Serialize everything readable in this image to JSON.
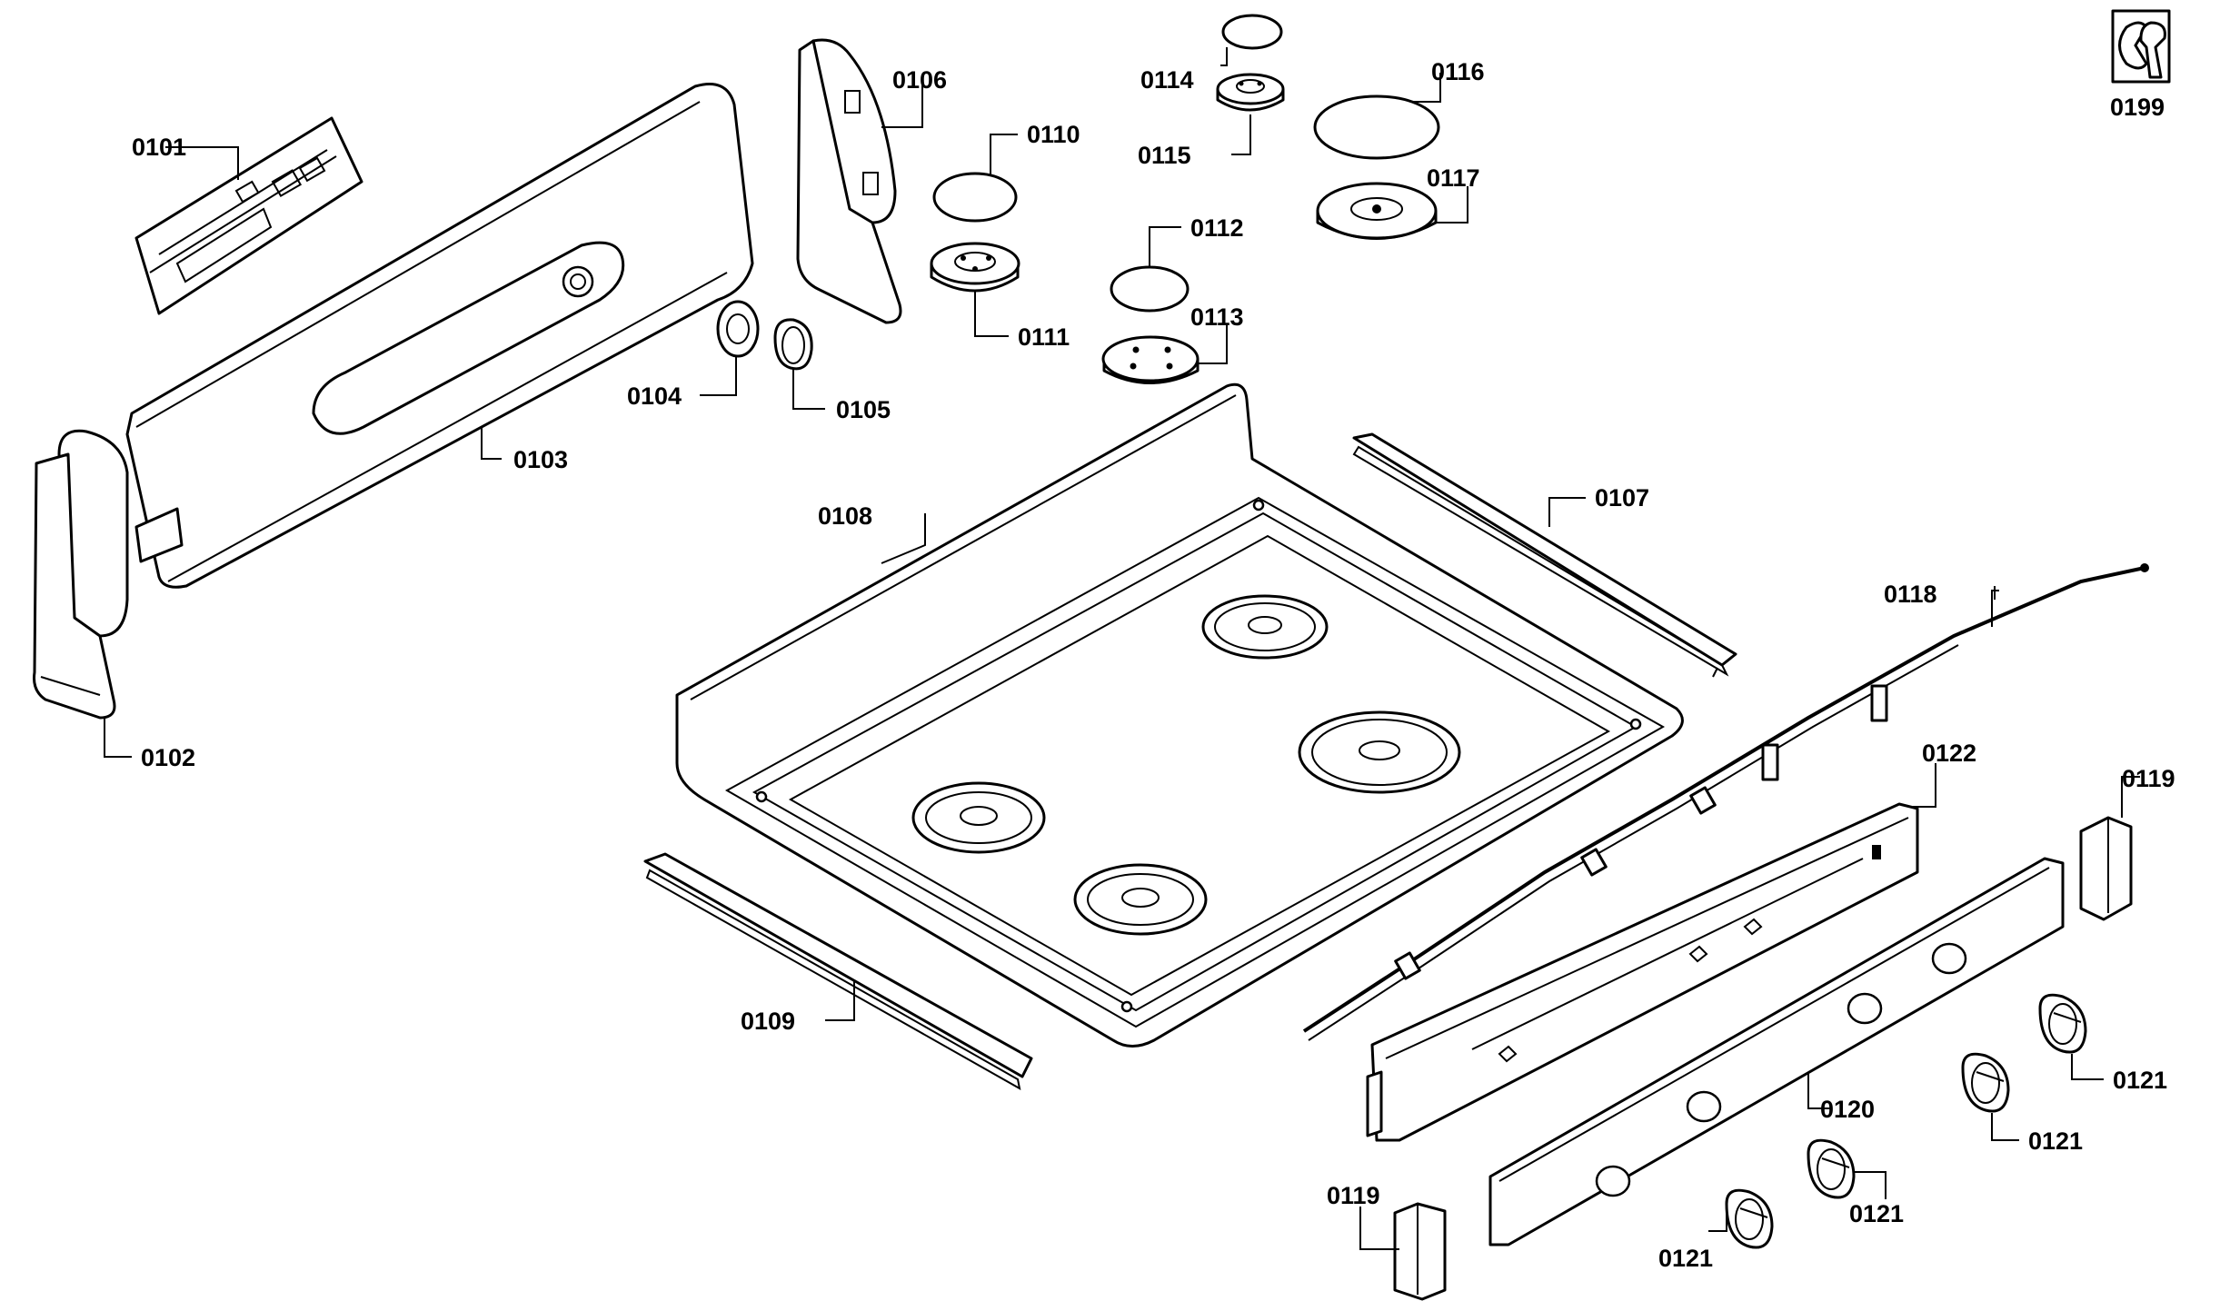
{
  "diagram": {
    "type": "exploded-parts-diagram",
    "labels": {
      "p0101": "0101",
      "p0102": "0102",
      "p0103": "0103",
      "p0104": "0104",
      "p0105": "0105",
      "p0106": "0106",
      "p0107": "0107",
      "p0108": "0108",
      "p0109": "0109",
      "p0110": "0110",
      "p0111": "0111",
      "p0112": "0112",
      "p0113": "0113",
      "p0114": "0114",
      "p0115": "0115",
      "p0116": "0116",
      "p0117": "0117",
      "p0118": "0118",
      "p0119a": "0119",
      "p0119b": "0119",
      "p0120": "0120",
      "p0121a": "0121",
      "p0121b": "0121",
      "p0121c": "0121",
      "p0121d": "0121",
      "p0122": "0122",
      "p0199": "0199"
    },
    "icons": {
      "service_tool": "wrench-icon"
    },
    "colors": {
      "line": "#000000",
      "background": "#ffffff"
    }
  }
}
